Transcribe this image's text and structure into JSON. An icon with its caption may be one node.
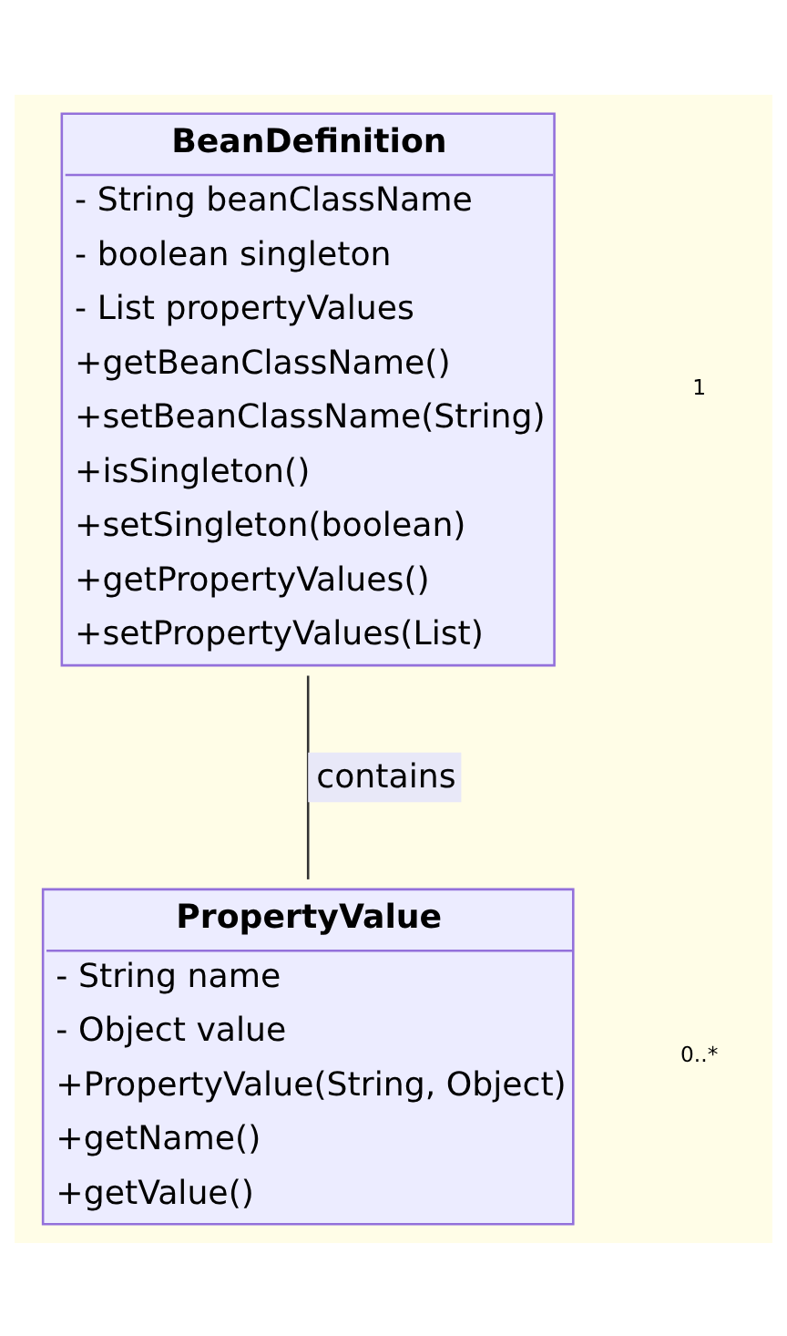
{
  "diagram": {
    "nodes": [
      {
        "text": [
          "BeanDefinition",
          "- String beanClassName",
          "- boolean singleton",
          "- List propertyValues",
          "+getBeanClassName()",
          "+setBeanClassName(String)",
          "+isSingleton()",
          "+setSingleton(boolean)",
          "+getPropertyValues()",
          "+setPropertyValues(List)"
        ]
      },
      {
        "text": [
          "PropertyValue",
          "- String name",
          "- Object value",
          "+PropertyValue(String, Object)",
          "+getName()",
          "+getValue()"
        ]
      }
    ],
    "edges": [
      {
        "from": 0,
        "to": 1,
        "arrow": "none",
        "label": "contains"
      }
    ],
    "labels": [
      "1",
      "0..*"
    ]
  }
}
